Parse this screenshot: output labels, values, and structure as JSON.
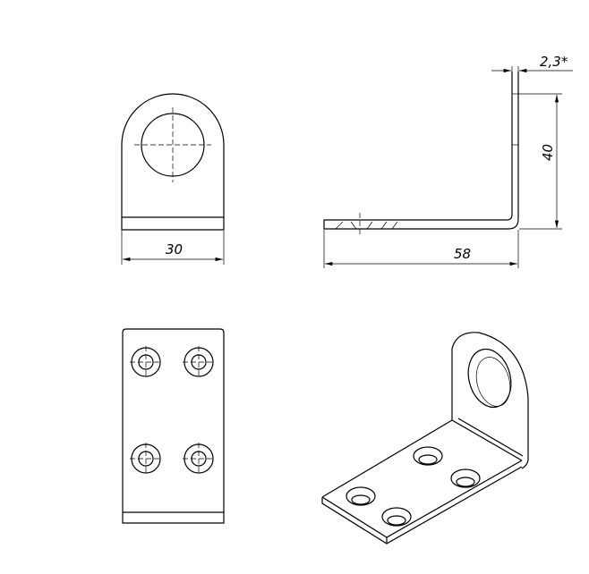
{
  "drawing": {
    "views": [
      "front-view",
      "side-view",
      "bottom-view",
      "isometric-view"
    ],
    "dimensions": {
      "width": "30",
      "length": "58",
      "height": "40",
      "thickness": "2,3*"
    }
  }
}
